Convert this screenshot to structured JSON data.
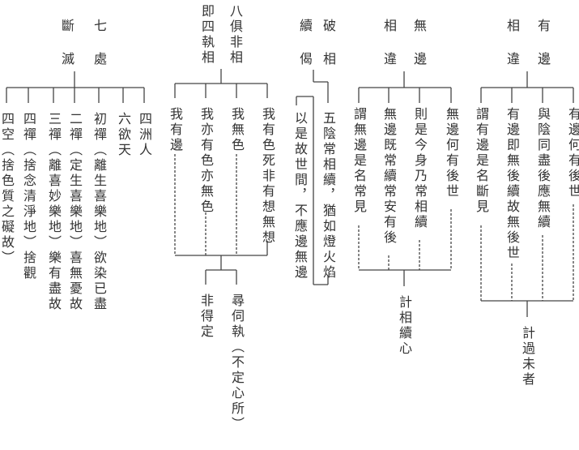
{
  "g1": {
    "header": [
      "七處",
      "斷滅"
    ],
    "items": [
      "四洲人",
      "六欲天",
      "初禪（離生喜樂地）欲染已盡",
      "二禪（定生喜樂地）喜無憂故",
      "三禪（離喜妙樂地）樂有盡故",
      "四禪（捨念清淨地）捨觀",
      "四空（捨色質之礙故）"
    ]
  },
  "g2": {
    "header": [
      "八俱非相",
      "即四執相"
    ],
    "items": [
      "我有色死非有想無想",
      "我無色",
      "我亦有色亦無色",
      "我有邊"
    ],
    "results": [
      "尋伺執（不定心所）",
      "非得定"
    ]
  },
  "g3": {
    "header": [
      "破相",
      "續偈"
    ],
    "verse": [
      "五陰常相續，猶如燈火焰",
      "以是故世間，不應邊無邊"
    ]
  },
  "g4": {
    "header": [
      "無邊",
      "相違"
    ],
    "items": [
      "無邊何有後世",
      "則是今身乃常相續",
      "無邊既常續常安有後",
      "謂無邊是名常見"
    ],
    "result": "計相續心"
  },
  "g5": {
    "header": [
      "有邊",
      "相違"
    ],
    "items": [
      "有邊何有後世",
      "與陰同盡後應無續",
      "有邊即無後續故無後世",
      "謂有邊是名斷見"
    ],
    "result": "計過未者"
  }
}
